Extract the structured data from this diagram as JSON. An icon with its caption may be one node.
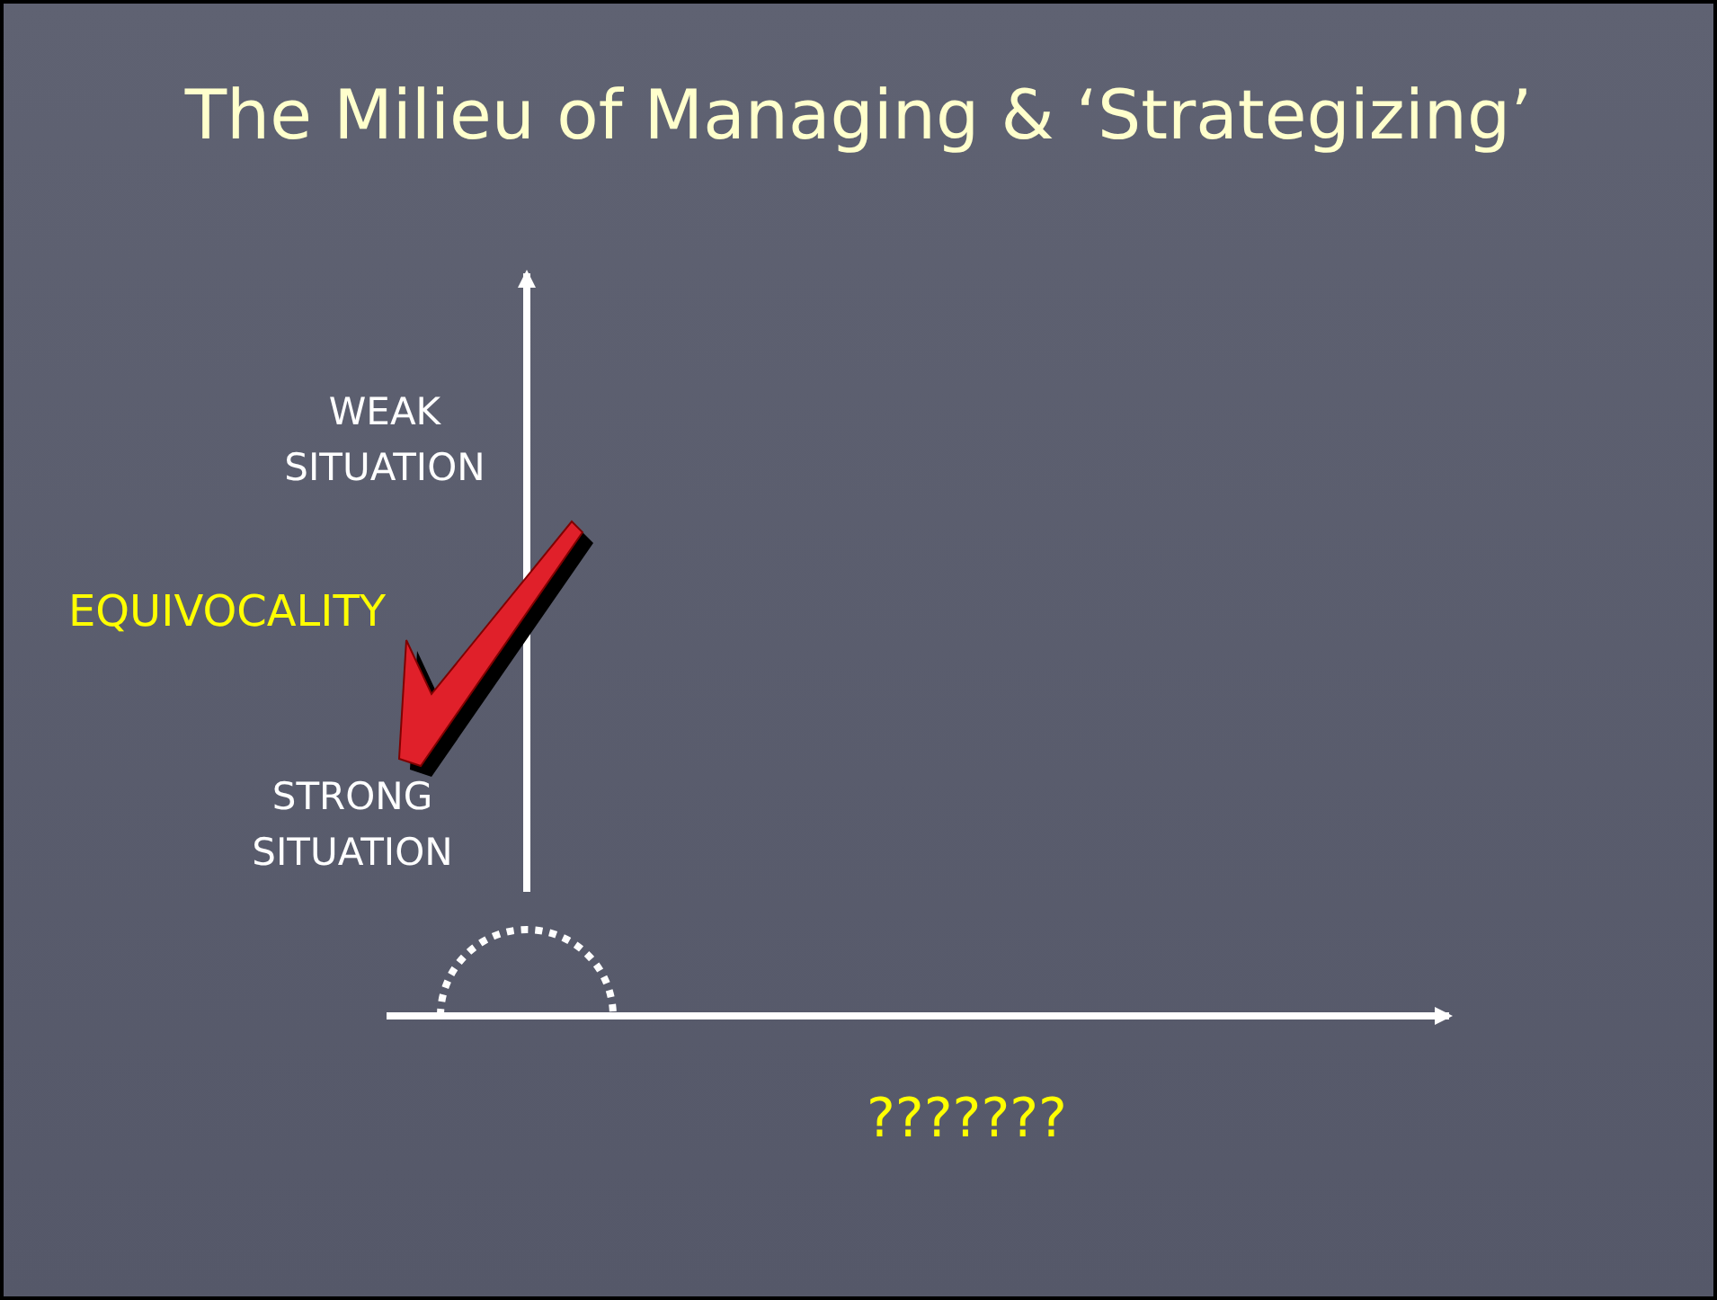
{
  "diagram": {
    "title": "The Milieu of Managing & ‘Strategizing’",
    "labels": [
      "WEAK SITUATION",
      "EQUIVOCALITY",
      "STRONG SITUATION",
      "???????"
    ]
  }
}
